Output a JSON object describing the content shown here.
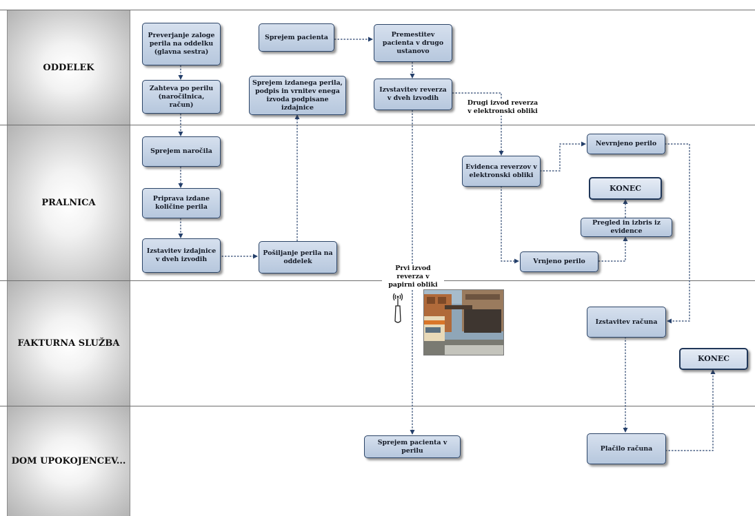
{
  "lanes": [
    {
      "id": "oddelek",
      "label": "ODDELEK"
    },
    {
      "id": "pralnica",
      "label": "PRALNICA"
    },
    {
      "id": "fakturna",
      "label": "FAKTURNA SLUŽBA"
    },
    {
      "id": "dom",
      "label": "DOM UPOKOJENCEV..."
    }
  ],
  "nodes": {
    "preverjanje": "Preverjanje zaloge perila na oddelku (glavna sestra)",
    "zahteva": "Zahteva po perilu (naročilnica, račun)",
    "sprejem_pacienta": "Sprejem pacienta",
    "sprejem_izdanega": "Sprejem izdanega perila, podpis in vrnitev enega izvoda podpisane izdajnice",
    "premestitev": "Premestitev pacienta v drugo ustanovo",
    "izstavitev_reverza": "Izvstavitev reverza v dveh izvodih",
    "sprejem_narocila": "Sprejem naročila",
    "priprava": "Priprava izdane količine perila",
    "izstavitev_izdajnice": "Izstavitev izdajnice v dveh izvodih",
    "posiljanje": "Pošiljanje perila na oddelek",
    "evidenca": "Evidenca reverzov v elektronski obliki",
    "nevrnjeno": "Nevrnjeno perilo",
    "konec1": "KONEC",
    "pregled": "Pregled in izbris iz evidence",
    "vrnjeno": "Vrnjeno perilo",
    "izstavitev_racuna": "Izstavitev računa",
    "konec2": "KONEC",
    "sprejem_v_perilu": "Sprejem pacienta v perilu",
    "placilo": "Plačilo računa"
  },
  "notes": {
    "drugi_izvod": "Drugi izvod reverza v elektronski obliki",
    "prvi_izvod": "Prvi izvod reverza v papirni obliki"
  },
  "colors": {
    "box_fill": "#c6d4e6",
    "box_border": "#2a4366",
    "arrow": "#243f6a"
  },
  "icons": [
    "antenna-icon"
  ],
  "image": "photo"
}
